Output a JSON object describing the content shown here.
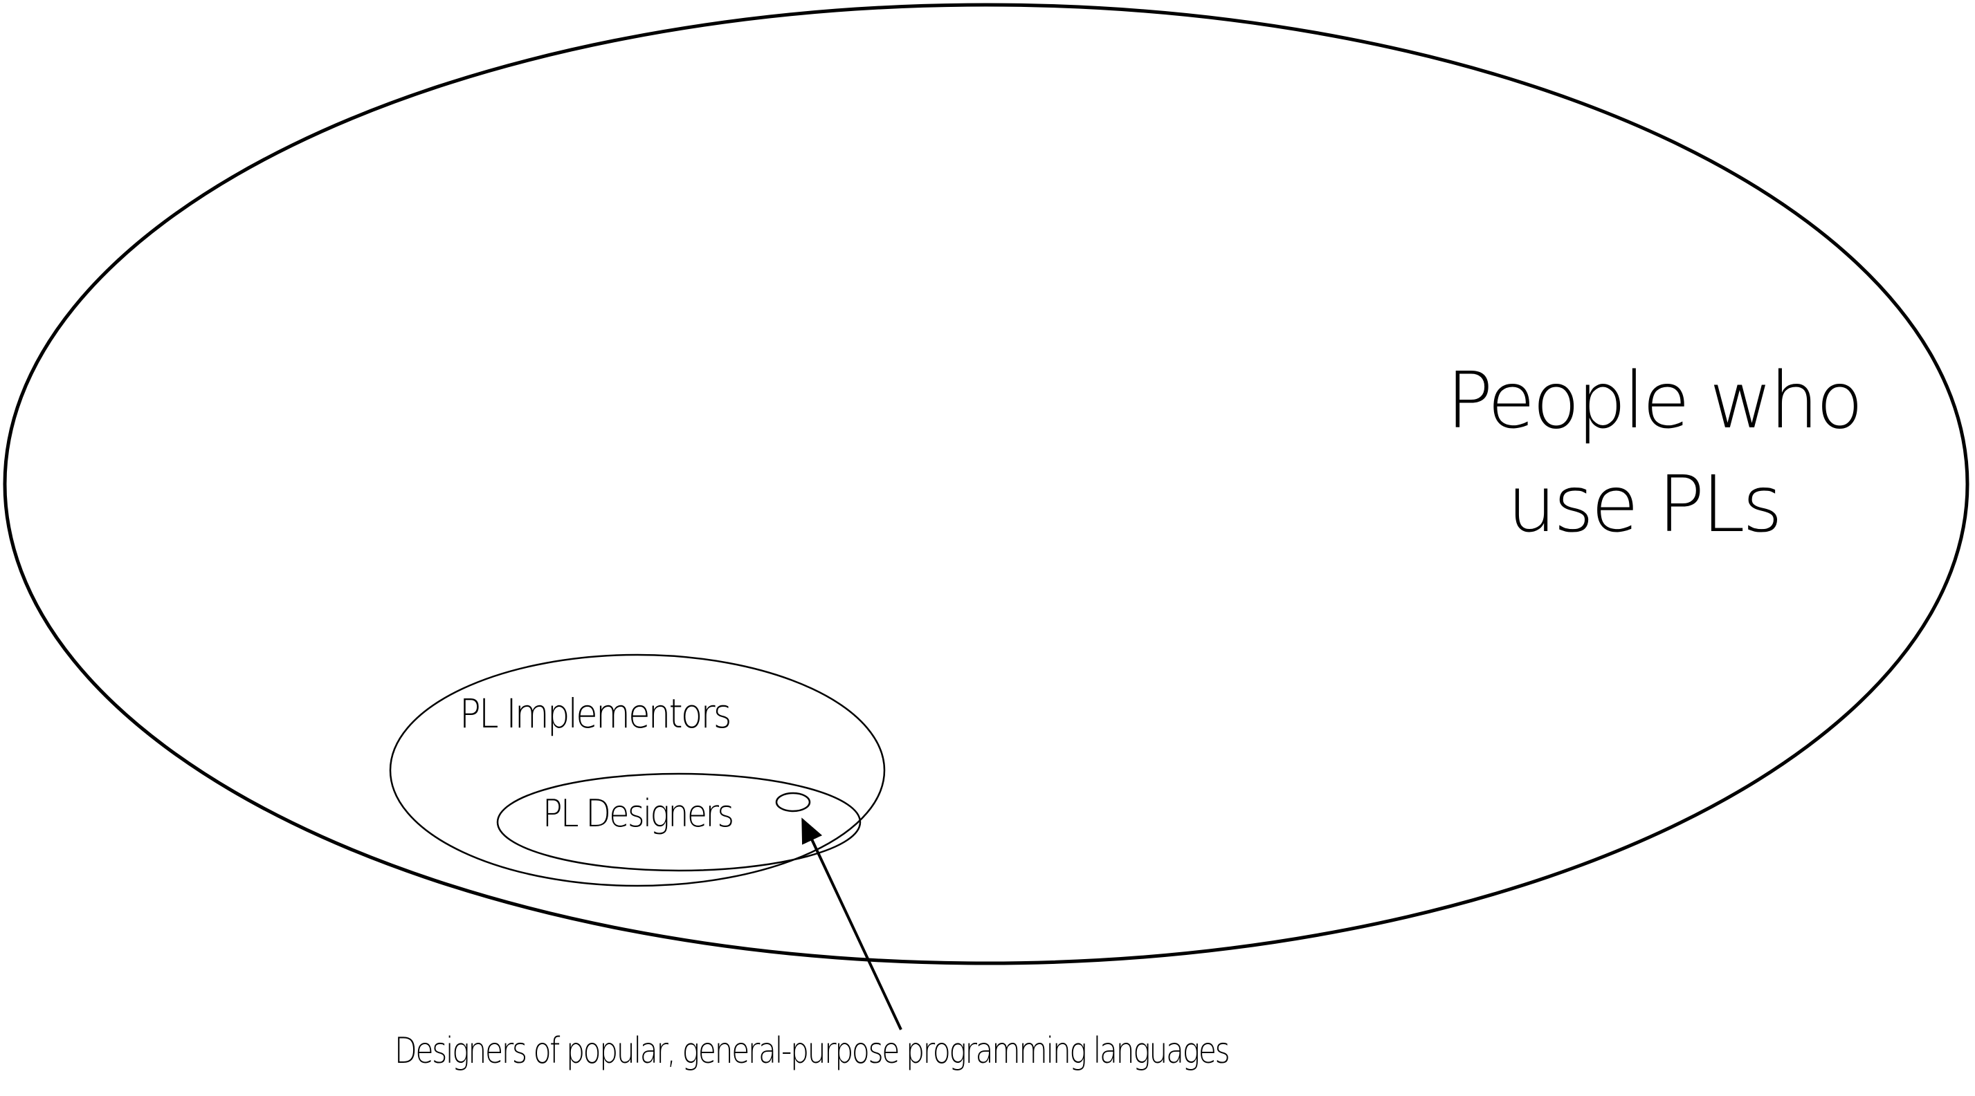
{
  "diagram": {
    "type": "nested-sets",
    "sets": [
      {
        "id": "users",
        "label_line1": "People who",
        "label_line2": "use PLs"
      },
      {
        "id": "implementors",
        "label": "PL Implementors"
      },
      {
        "id": "designers",
        "label": "PL Designers"
      },
      {
        "id": "popular-designers",
        "label": ""
      }
    ],
    "callout": {
      "text": "Designers of popular, general-purpose programming languages",
      "points_to": "popular-designers"
    },
    "colors": {
      "stroke": "#000000",
      "background": "#ffffff"
    }
  }
}
